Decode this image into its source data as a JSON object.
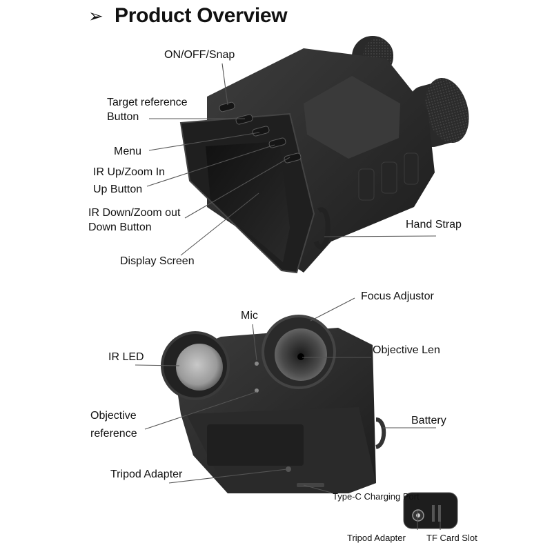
{
  "title": "Product Overview",
  "title_marker": "➢",
  "top_view": {
    "labels": {
      "on_off": "ON/OFF/Snap",
      "target_ref_1": "Target reference",
      "target_ref_2": "Button",
      "menu": "Menu",
      "ir_up_1": "IR Up/Zoom In",
      "ir_up_2": "Up Button",
      "ir_down_1": "IR Down/Zoom out",
      "ir_down_2": "Down Button",
      "display": "Display Screen",
      "hand_strap": "Hand Strap"
    }
  },
  "bottom_view": {
    "labels": {
      "focus": "Focus Adjustor",
      "mic": "Mic",
      "ir_led": "IR LED",
      "objective_len": "Objective Len",
      "obj_ref_1": "Objective",
      "obj_ref_2": "reference",
      "battery": "Battery",
      "tripod": "Tripod Adapter",
      "type_c": "Type-C Charging Port",
      "tripod_2": "Tripod Adapter",
      "tf_card": "TF Card Slot"
    }
  },
  "colors": {
    "device_body": "#2e2e2e",
    "device_dark": "#1a1a1a",
    "device_light": "#4a4a4a",
    "leader": "#555555"
  }
}
